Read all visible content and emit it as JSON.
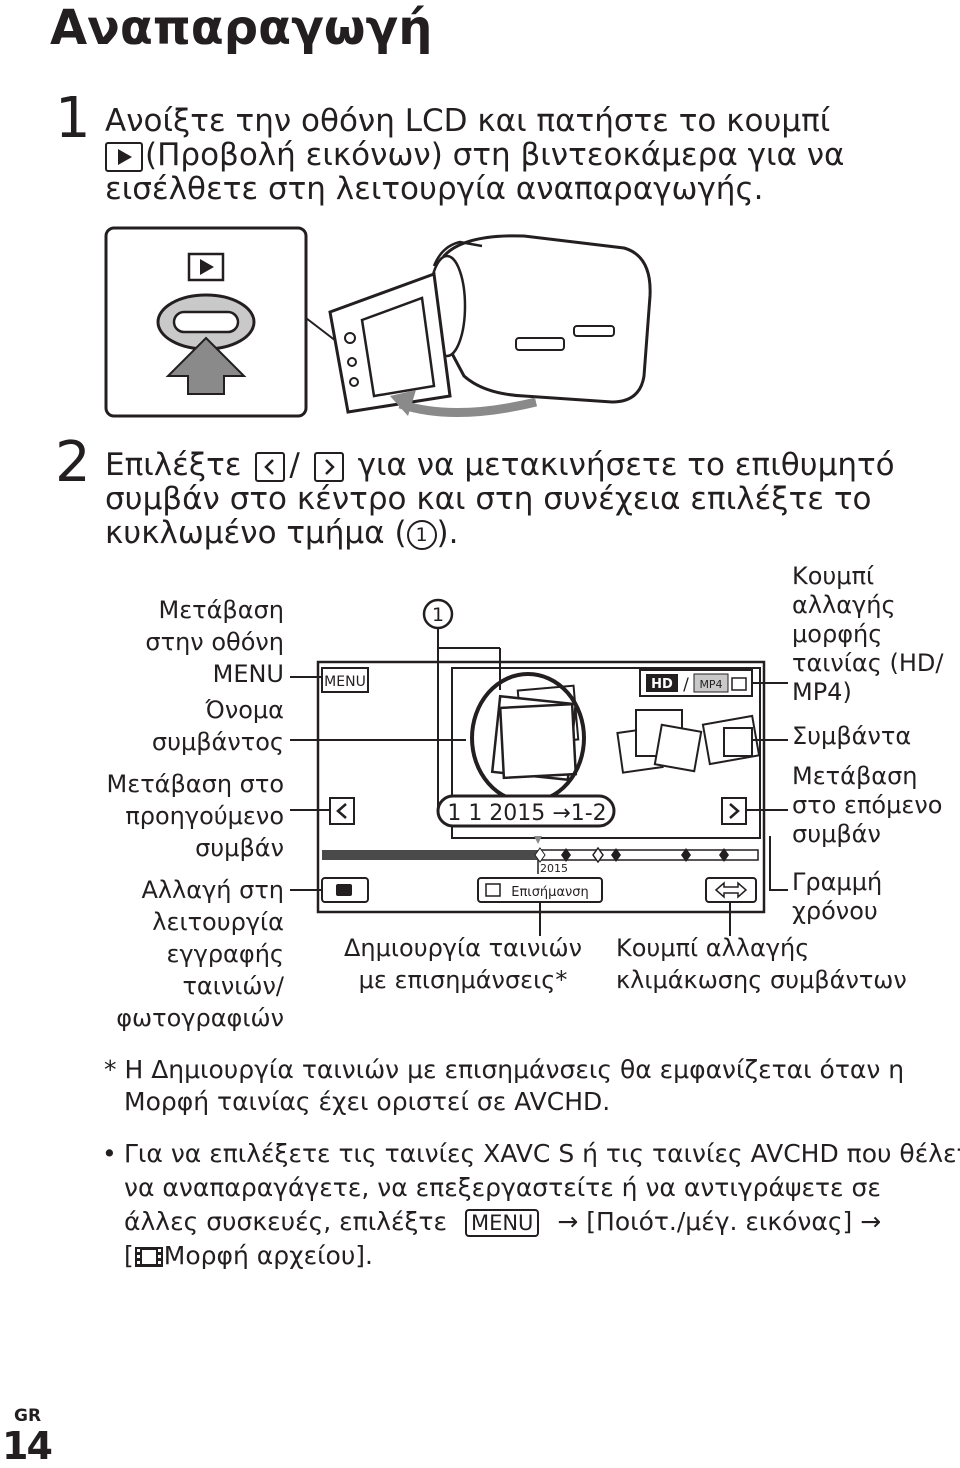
{
  "page": {
    "title": "Αναπαραγωγή",
    "page_code": "GR",
    "page_number": "14"
  },
  "step1": {
    "number": "1",
    "line1": "Ανοίξτε την οθόνη LCD και πατήστε το κουμπί",
    "line2": "(Προβολή εικόνων) στη βιντεοκάμερα για να",
    "line3": "εισέλθετε στη λειτουργία αναπαραγωγής."
  },
  "step2": {
    "number": "2",
    "line1_a": "Επιλέξτε",
    "line1_sep": "/",
    "line1_b": "για να μετακινήσετε το επιθυμητό",
    "line2": "συμβάν στο κέντρο και στη συνέχεια επιλέξτε το",
    "line3_a": "κυκλωμένο τμήμα (",
    "line3_b": ")."
  },
  "diagram": {
    "callout_marker": "1",
    "screen": {
      "menu_label": "MENU",
      "hd_label": "HD",
      "slash": "/",
      "mp4_label": "MP4",
      "event_name": "1 1 2015 →1-2",
      "year_label": "2015",
      "highlight_label": "Επισήμανση"
    },
    "left_labels": {
      "menu_transition": [
        "Μετάβαση",
        "στην οθόνη",
        "MENU"
      ],
      "event_name": [
        "Όνομα",
        "συμβάντος"
      ],
      "prev_event": [
        "Μετάβαση στο",
        "προηγούμενο",
        "συμβάν"
      ],
      "rec_mode": [
        "Αλλαγή στη",
        "λειτουργία",
        "εγγραφής",
        "ταινιών/",
        "φωτογραφιών"
      ]
    },
    "right_labels": {
      "format_switch": [
        "Κουμπί",
        "αλλαγής",
        "μορφής",
        "ταινίας (HD/",
        "MP4)"
      ],
      "events": [
        "Συμβάντα"
      ],
      "next_event": [
        "Μετάβαση",
        "στο επόμενο",
        "συμβάν"
      ],
      "timeline": [
        "Γραμμή",
        "χρόνου"
      ]
    },
    "bottom_labels": {
      "highlight_movie": [
        "Δημιουργία ταινιών",
        "με επισημάνσεις*"
      ],
      "scale_switch": [
        "Κουμπί αλλαγής",
        "κλιμάκωσης συμβάντων"
      ]
    }
  },
  "notes": {
    "footnote_line1": "* Η Δημιουργία ταινιών με επισημάνσεις θα εμφανίζεται όταν η",
    "footnote_line2": "Μορφή ταινίας έχει οριστεί σε AVCHD.",
    "bullet": "•",
    "bullet_line1": "Για να επιλέξετε τις ταινίες XAVC S ή τις ταινίες AVCHD που θέλετε",
    "bullet_line2": "να αναπαραγάγετε, να επεξεργαστείτε ή να αντιγράψετε σε",
    "bullet_line3_a": "άλλες συσκευές, επιλέξτε",
    "menu_key": "MENU",
    "bullet_line3_arrow1": "→",
    "bullet_line3_b": "[Ποιότ./μέγ. εικόνας]",
    "bullet_line3_arrow2": "→",
    "bullet_line4_a": "[",
    "bullet_line4_b": "Μορφή αρχείου]."
  }
}
